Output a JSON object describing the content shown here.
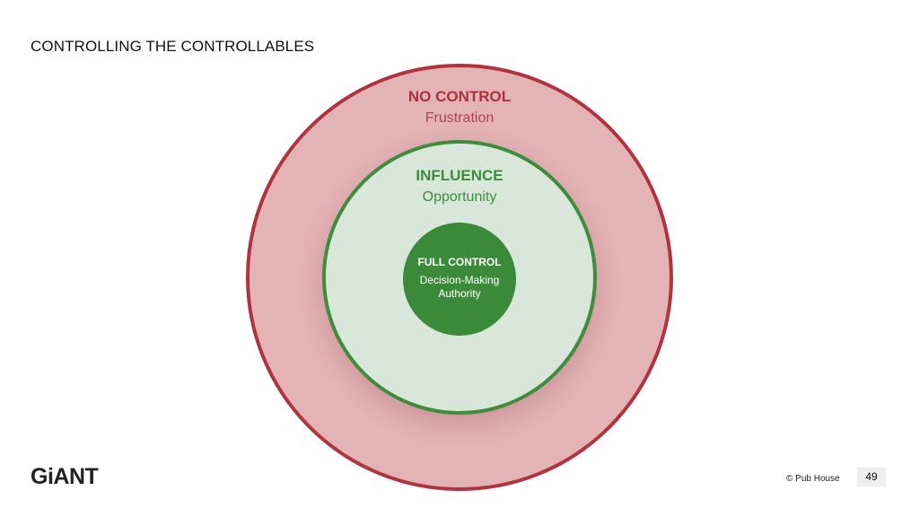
{
  "slide": {
    "title": "CONTROLLING THE CONTROLLABLES"
  },
  "diagram": {
    "outer": {
      "title": "NO CONTROL",
      "subtitle": "Frustration",
      "fill": "#e4b3b6",
      "stroke": "#b03440"
    },
    "middle": {
      "title": "INFLUENCE",
      "subtitle": "Opportunity",
      "fill": "#d9e6da",
      "stroke": "#3f8c3c"
    },
    "inner": {
      "title": "FULL CONTROL",
      "subtitle": "Decision-Making Authority",
      "fill": "#3b8a3a"
    }
  },
  "footer": {
    "logo": "GiANT",
    "copyright": "© Pub House",
    "page_number": "49"
  }
}
